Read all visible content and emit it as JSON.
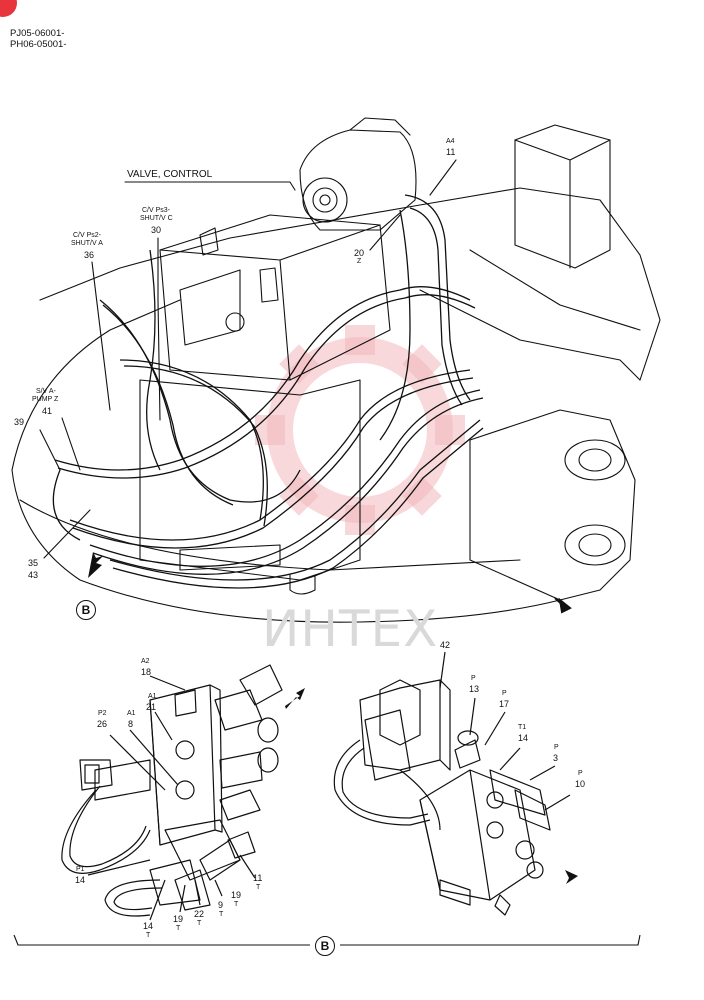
{
  "header": {
    "line1": "PJ05-06001-",
    "line2": "PH06-05001-"
  },
  "valve_label": "VALVE, CONTROL",
  "watermark": "ИНТЕХ",
  "view_marker": "B",
  "top_labels": {
    "a4": "A4",
    "n11": "11",
    "n20": "20",
    "z": "Z",
    "cv_ps3_1": "C/V Ps3-",
    "cv_ps3_2": "SHUT/V C",
    "n30": "30",
    "cv_ps2_1": "C/V Ps2-",
    "cv_ps2_2": "SHUT/V A",
    "n36": "36",
    "sv_a_1": "S/V A-",
    "sv_a_2": "PUMP Z",
    "n41": "41",
    "n39": "39",
    "n35": "35",
    "n43": "43"
  },
  "left_detail_labels": {
    "a2": "A2",
    "n18": "18",
    "a1_top": "A1",
    "n21": "21",
    "p2": "P2",
    "n26": "26",
    "a1": "A1",
    "n8": "8",
    "p1": "P1",
    "n14": "14",
    "n11b": "11",
    "t1": "T",
    "n19a": "19",
    "t2": "T",
    "n9": "9",
    "t3": "T",
    "n22": "22",
    "t4": "T",
    "n19b": "19",
    "t5": "T",
    "n14b": "14",
    "t6": "T"
  },
  "right_detail_labels": {
    "n42": "42",
    "p_a": "P",
    "n13": "13",
    "p_b": "P",
    "n17": "17",
    "t1r": "T1",
    "n14r": "14",
    "p_c": "P",
    "n3": "3",
    "p_d": "P",
    "n10": "10"
  },
  "colors": {
    "line": "#111111",
    "watermark_red": "#f2b8bc",
    "badge_red": "#e8343c"
  }
}
